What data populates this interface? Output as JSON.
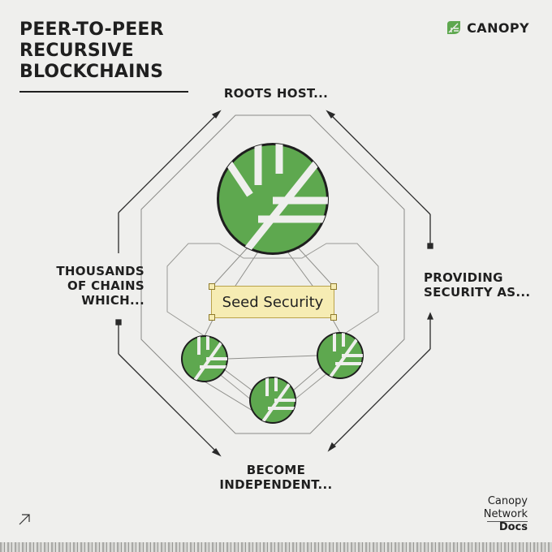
{
  "header": {
    "title_lines": [
      "PEER-TO-PEER",
      "RECURSIVE",
      "BLOCKCHAINS"
    ],
    "brand": "CANOPY"
  },
  "labels": {
    "top": "ROOTS HOST...",
    "left": [
      "THOUSANDS",
      "OF CHAINS",
      "WHICH..."
    ],
    "right": [
      "PROVIDING",
      "SECURITY AS..."
    ],
    "bottom": [
      "BECOME",
      "INDEPENDENT..."
    ]
  },
  "center_label": "Seed Security",
  "footer": {
    "lines": [
      "Canopy",
      "Network",
      "Docs"
    ]
  },
  "colors": {
    "leaf_green": "#5ea84f",
    "label_fill": "#f6ecb3",
    "ink": "#1f1f1f",
    "background": "#efefed"
  },
  "icons": [
    "canopy-leaf-logo-icon",
    "leaf-node-icon",
    "arrow-up-right-icon"
  ]
}
